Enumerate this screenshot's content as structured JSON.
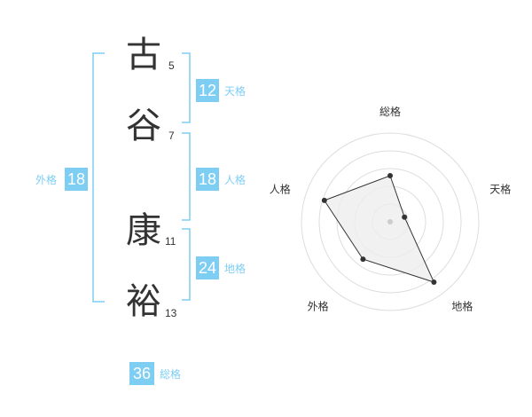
{
  "name": {
    "characters": [
      {
        "char": "古",
        "strokes": "5"
      },
      {
        "char": "谷",
        "strokes": "7"
      },
      {
        "char": "康",
        "strokes": "11"
      },
      {
        "char": "裕",
        "strokes": "13"
      }
    ]
  },
  "fortune": {
    "ten": {
      "value": "12",
      "label": "天格"
    },
    "jin": {
      "value": "18",
      "label": "人格"
    },
    "chi": {
      "value": "24",
      "label": "地格"
    },
    "gai": {
      "value": "18",
      "label": "外格"
    },
    "sou": {
      "value": "36",
      "label": "総格"
    }
  },
  "colors": {
    "accent": "#7ecef4",
    "text": "#333333",
    "grid": "#dddddd",
    "fill": "#eeeeee"
  },
  "chart_data": {
    "type": "radar",
    "axes": [
      "総格",
      "天格",
      "地格",
      "外格",
      "人格"
    ],
    "levels": 5,
    "values": [
      2.6,
      0.85,
      4.2,
      2.6,
      3.9
    ],
    "max": 5
  }
}
